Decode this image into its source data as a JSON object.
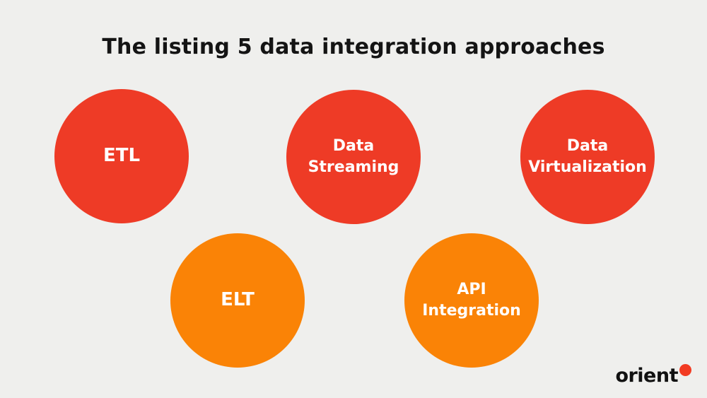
{
  "title": "The listing 5 data integration approaches",
  "colors": {
    "background": "#EFEFED",
    "red_circle": "#EE3B26",
    "orange_circle": "#FA8306",
    "title_text": "#141414",
    "circle_text": "#FFFFFF",
    "logo_text": "#111111",
    "logo_dot": "#F23B22"
  },
  "circles": [
    {
      "id": "etl",
      "line1": "ETL",
      "line2": "",
      "color": "#EE3B26"
    },
    {
      "id": "data-streaming",
      "line1": "Data",
      "line2": "Streaming",
      "color": "#EE3B26"
    },
    {
      "id": "data-virtualization",
      "line1": "Data",
      "line2": "Virtualization",
      "color": "#EE3B26"
    },
    {
      "id": "elt",
      "line1": "ELT",
      "line2": "",
      "color": "#FA8306"
    },
    {
      "id": "api-integration",
      "line1": "API",
      "line2": "Integration",
      "color": "#FA8306"
    }
  ],
  "logo": {
    "text": "orient",
    "dot_icon": "red-dot"
  }
}
